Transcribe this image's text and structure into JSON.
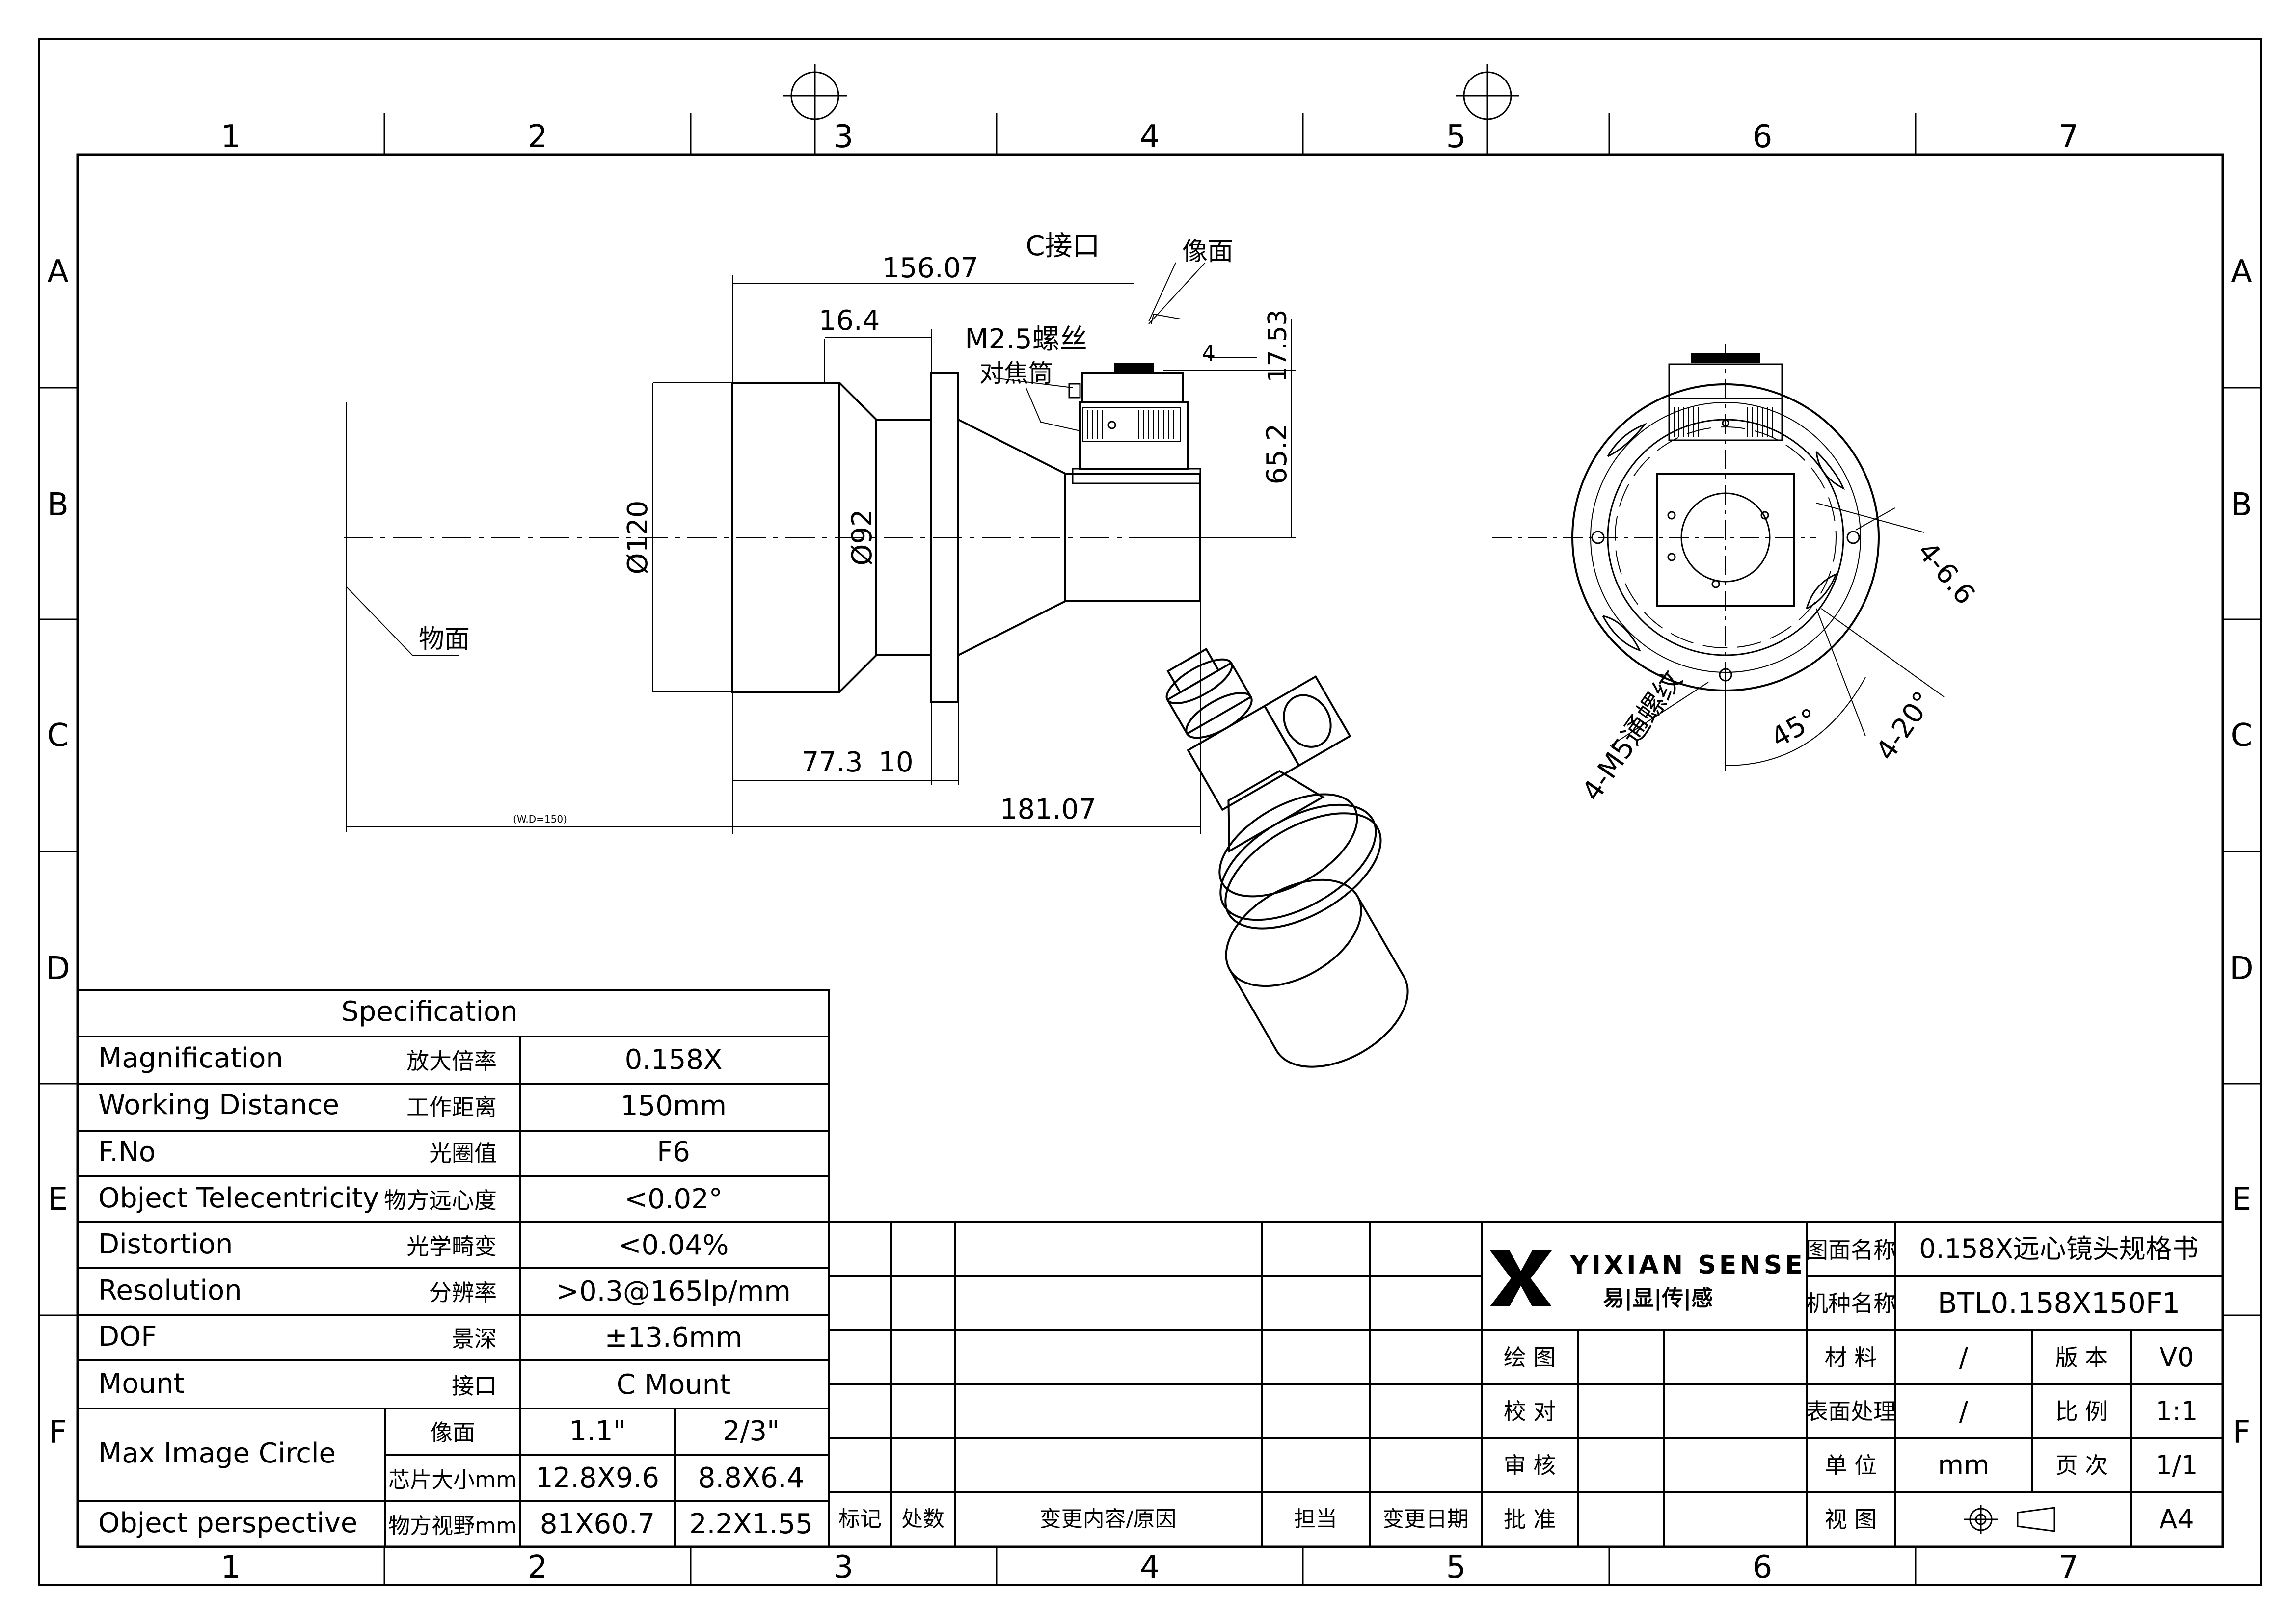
{
  "zone_columns": [
    "1",
    "2",
    "3",
    "4",
    "5",
    "6",
    "7"
  ],
  "zone_rows": [
    "A",
    "B",
    "C",
    "D",
    "E",
    "F"
  ],
  "side_view": {
    "dim_156": "156.07",
    "dim_164": "16.4",
    "c_mount_label": "C接口",
    "image_plane_label": "像面",
    "screw_label": "M2.5螺丝",
    "focus_tube_label": "对焦筒",
    "dim_1753": "17.53",
    "dim_4": "4",
    "dim_652": "65.2",
    "dia_120": "Ø120",
    "dia_92": "Ø92",
    "object_plane_label": "物面",
    "dim_773": "77.3",
    "dim_10": "10",
    "dim_18107": "181.07",
    "wd_note": "(W.D=150)"
  },
  "front_view": {
    "hole_note_1": "4-6.6",
    "hole_note_2": "4-M5通螺纹",
    "angle_45": "45°",
    "angle_420": "4-20°"
  },
  "spec_table": {
    "title": "Specification",
    "rows": [
      {
        "en": "Magnification",
        "cn": "放大倍率",
        "value": "0.158X"
      },
      {
        "en": "Working Distance",
        "cn": "工作距离",
        "value": "150mm"
      },
      {
        "en": "F.No",
        "cn": "光圈值",
        "value": "F6"
      },
      {
        "en": "Object Telecentricity",
        "cn": "物方远心度",
        "value": "<0.02°"
      },
      {
        "en": "Distortion",
        "cn": "光学畸变",
        "value": "<0.04%"
      },
      {
        "en": "Resolution",
        "cn": "分辨率",
        "value": ">0.3@165lp/mm"
      },
      {
        "en": "DOF",
        "cn": "景深",
        "value": "±13.6mm"
      },
      {
        "en": "Mount",
        "cn": "接口",
        "value": "C Mount"
      }
    ],
    "mic_label": "Max Image Circle",
    "mic_sub1": "像面",
    "mic_sub2": "芯片大小mm",
    "mic_v1a": "1.1\"",
    "mic_v1b": "2/3\"",
    "mic_v2a": "12.8X9.6",
    "mic_v2b": "8.8X6.4",
    "op_label": "Object perspective",
    "op_sub": "物方视野mm",
    "op_va": "81X60.7",
    "op_vb": "2.2X1.55"
  },
  "revision_table": {
    "h_mark": "标记",
    "h_count": "处数",
    "h_content": "变更内容/原因",
    "h_person": "担当",
    "h_date": "变更日期"
  },
  "title_block": {
    "logo_en": "YIXIAN SENSE",
    "logo_cn": "易|显|传|感",
    "drawing_name_label": "图面名称",
    "drawing_name": "0.158X远心镜头规格书",
    "model_label": "机种名称",
    "model": "BTL0.158X150F1",
    "drawn": "绘 图",
    "checked": "校 对",
    "reviewed": "审 核",
    "approved": "批 准",
    "material_label": "材 料",
    "material": "/",
    "version_label": "版 本",
    "version": "V0",
    "surface_label": "表面处理",
    "surface": "/",
    "scale_label": "比 例",
    "scale": "1:1",
    "unit_label": "单 位",
    "unit": "mm",
    "page_label": "页 次",
    "page": "1/1",
    "view_label": "视 图",
    "size": "A4"
  }
}
